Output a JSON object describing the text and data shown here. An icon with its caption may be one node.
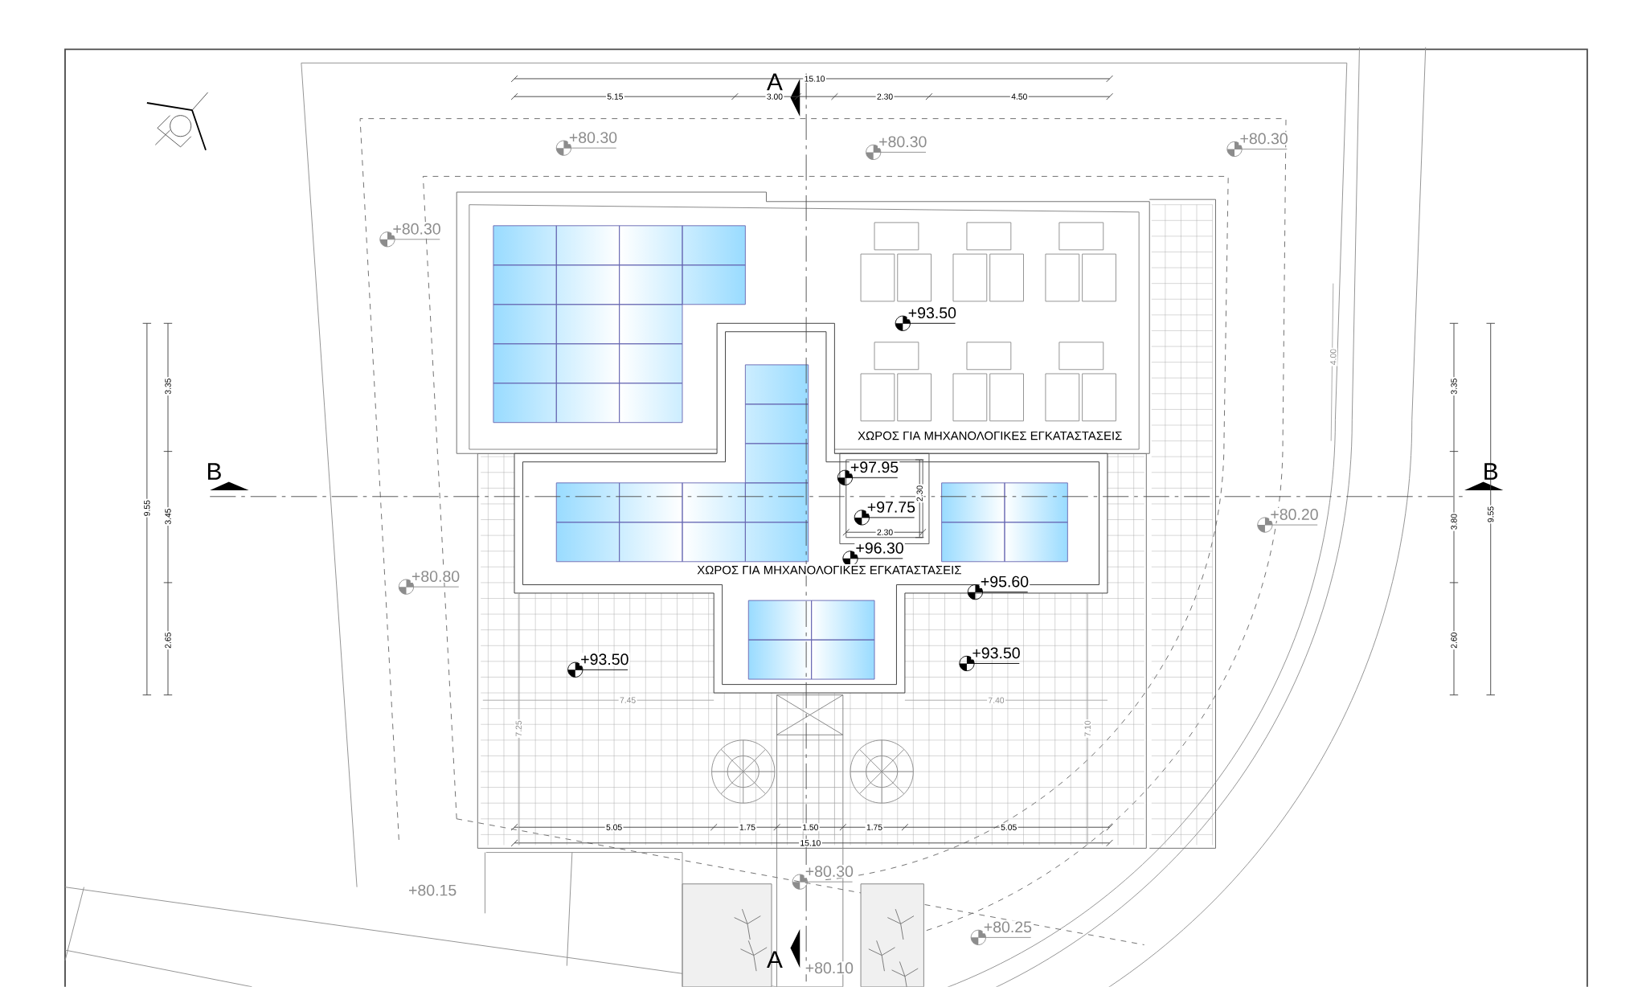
{
  "diagram": {
    "labels": [
      "A",
      "15.10",
      "5.15",
      "3.00",
      "2.30",
      "4.50",
      "+80.30",
      "+80.30",
      "+80.30",
      "+80.30",
      "+93.50",
      "4.00",
      "3.35",
      "3.35",
      "ΧΩΡΟΣ ΓΙΑ ΜΗΧΑΝΟΛΟΓΙΚΕΣ ΕΓΚΑΤΑΣΤΑΣΕΙΣ",
      "B",
      "B",
      "+97.95",
      "2.30",
      "9.55",
      "3.45",
      "9.55",
      "3.80",
      "+97.75",
      "+80.20",
      "2.30",
      "+96.30",
      "ΧΩΡΟΣ ΓΙΑ ΜΗΧΑΝΟΛΟΓΙΚΕΣ ΕΓΚΑΤΑΣΤΑΣΕΙΣ",
      "+80.80",
      "+95.60",
      "2.65",
      "2.60",
      "+93.50",
      "+93.50",
      "7.45",
      "7.40",
      "7.25",
      "7.10",
      "5.05",
      "1.75",
      "1.50",
      "1.75",
      "5.05",
      "15.10",
      "+80.30",
      "+80.15",
      "+80.25",
      "A",
      "+80.10"
    ]
  }
}
